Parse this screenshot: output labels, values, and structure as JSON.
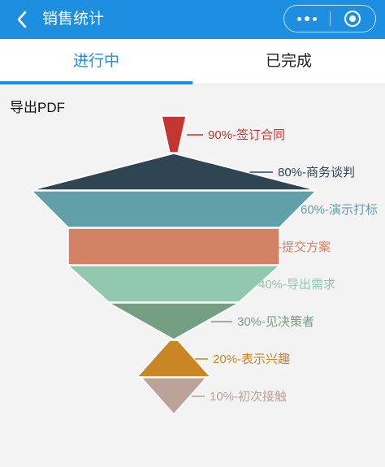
{
  "header": {
    "title": "销售统计",
    "colors": {
      "bar": "#1e8ee0",
      "text": "#ffffff"
    },
    "icons": {
      "back": "chevron-left-icon",
      "more": "more-dots-icon",
      "close": "target-circle-icon"
    }
  },
  "tabs": [
    {
      "label": "进行中",
      "active": true
    },
    {
      "label": "已完成",
      "active": false
    }
  ],
  "export_label": "导出PDF",
  "chart_data": {
    "type": "funnel",
    "stages": [
      {
        "label": "90%-签订合同",
        "percent": 90,
        "color": "#c23531"
      },
      {
        "label": "80%-商务谈判",
        "percent": 80,
        "color": "#2f4554"
      },
      {
        "label": "60%-演示打标",
        "percent": 60,
        "color": "#61a0a8"
      },
      {
        "label": "50%-提交方案",
        "percent": 50,
        "color": "#d48265"
      },
      {
        "label": "40%-导出需求",
        "percent": 40,
        "color": "#91c7ae"
      },
      {
        "label": "30%-见决策者",
        "percent": 30,
        "color": "#749f83"
      },
      {
        "label": "20%-表示兴趣",
        "percent": 20,
        "color": "#ca8622"
      },
      {
        "label": "10%-初次接触",
        "percent": 10,
        "color": "#bda29a"
      }
    ]
  }
}
